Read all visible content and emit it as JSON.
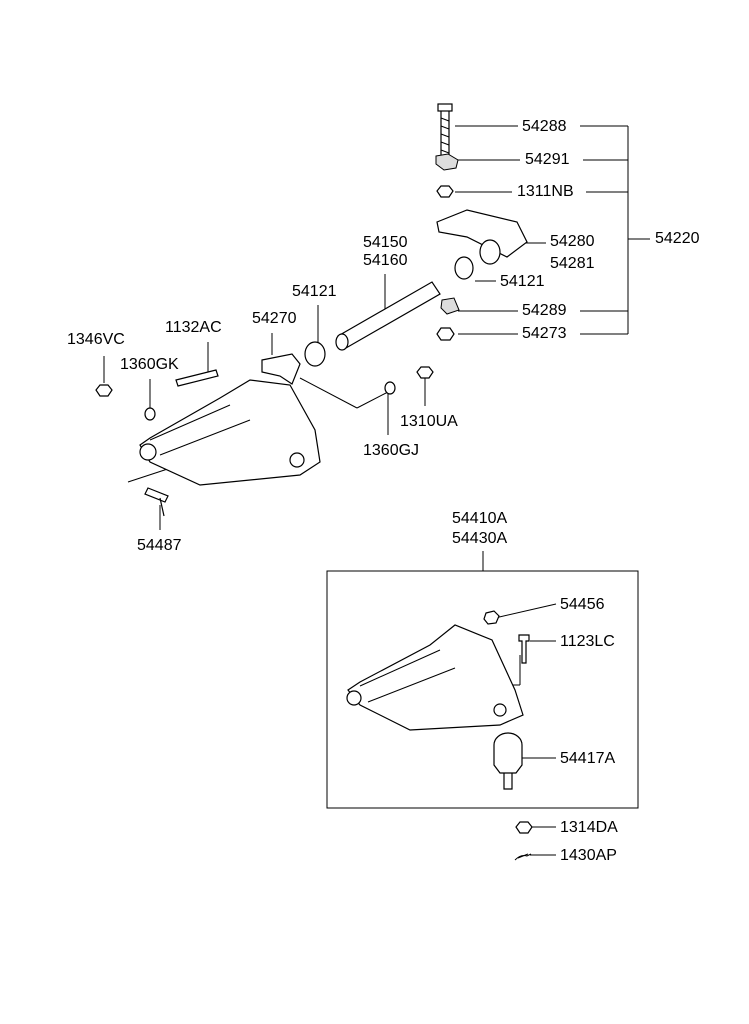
{
  "diagram": {
    "labels": {
      "p54288": "54288",
      "p54291": "54291",
      "p1311NB": "1311NB",
      "p54280": "54280",
      "p54281": "54281",
      "p54121_right": "54121",
      "p54289": "54289",
      "p54273": "54273",
      "p54220": "54220",
      "p54150": "54150",
      "p54160": "54160",
      "p54121_left": "54121",
      "p54270": "54270",
      "p1132AC": "1132AC",
      "p1346VC": "1346VC",
      "p1360GK": "1360GK",
      "p1310UA": "1310UA",
      "p1360GJ": "1360GJ",
      "p54487": "54487",
      "p54410A": "54410A",
      "p54430A": "54430A",
      "p54456": "54456",
      "p1123LC": "1123LC",
      "p54417A": "54417A",
      "p1314DA": "1314DA",
      "p1430AP": "1430AP"
    }
  }
}
